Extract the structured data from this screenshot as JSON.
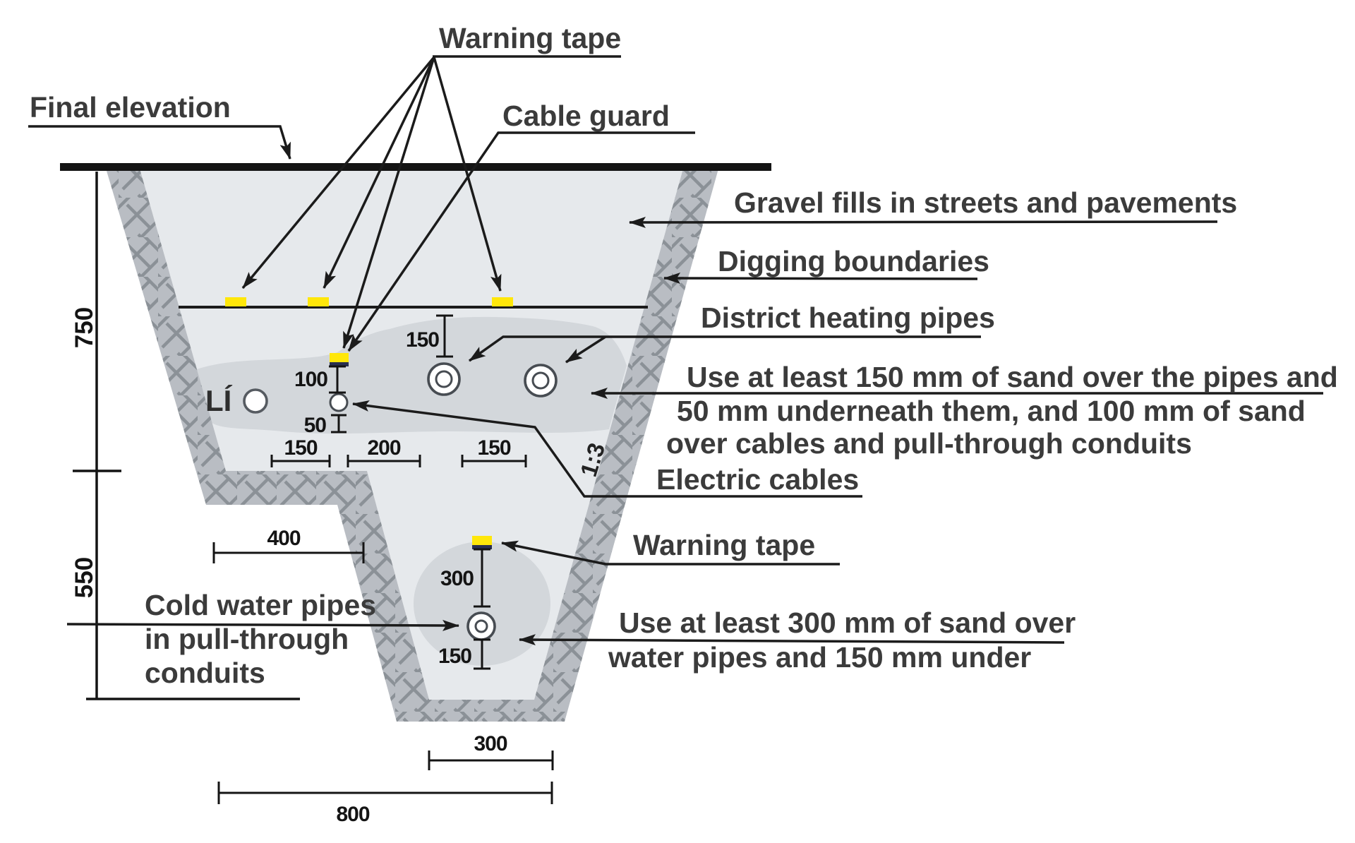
{
  "diagram": {
    "labels": {
      "final_elevation": "Final elevation",
      "warning_tape_top": "Warning tape",
      "cable_guard": "Cable guard",
      "gravel_fills": "Gravel fills in streets and pavements",
      "digging_boundaries": "Digging boundaries",
      "district_heating_pipes": "District heating pipes",
      "sand_note_line1": "Use at least 150 mm of sand over the pipes and",
      "sand_note_line2": "50 mm underneath them, and 100 mm of sand",
      "sand_note_line3": "over cables and pull-through conduits",
      "electric_cables": "Electric cables",
      "warning_tape_lower": "Warning tape",
      "water_note_line1": "Use at least 300 mm of sand over",
      "water_note_line2": "water pipes and 150 mm under",
      "cold_water_line1": "Cold water pipes",
      "cold_water_line2": "in pull-through",
      "cold_water_line3": "conduits"
    },
    "dimensions": {
      "upper_depth": "750",
      "lower_depth": "550",
      "sand_over_heating_pipes": "150",
      "sand_over_cables": "100",
      "sand_under_cables": "50",
      "spacing": [
        "150",
        "200",
        "150"
      ],
      "step_width": "400",
      "sand_over_water_pipe": "300",
      "sand_under_water_pipe": "150",
      "bottom_width": "300",
      "total_width": "800"
    },
    "annotations": {
      "slope_ratio": "1:3",
      "conduit_code": "LÍ"
    },
    "colors": {
      "backfill": "#e6e9ec",
      "sand": "#d3d7db",
      "wall_base": "#b9bdc3",
      "wall_hatch": "#8b9197",
      "warning_tape": "#ffe70a",
      "cable_guard_bar": "#2a3050",
      "line": "#1b1b1b",
      "label_text": "#3b3b3b"
    }
  }
}
